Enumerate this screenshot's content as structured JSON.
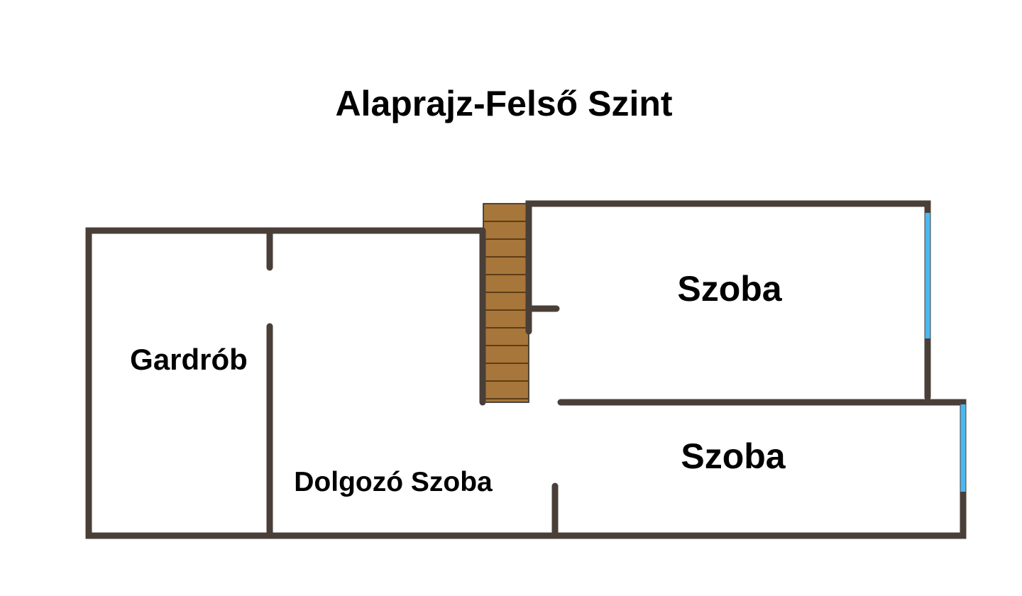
{
  "title": "Alaprajz-Felső Szint",
  "rooms": {
    "szoba_upper": "Szoba",
    "szoba_lower": "Szoba",
    "gardrob": "Gardrób",
    "dolgozo": "Dolgozó Szoba"
  },
  "colors": {
    "wall": "#4a3f38",
    "window": "#4bb8f0",
    "stairs": "#a7763a"
  }
}
